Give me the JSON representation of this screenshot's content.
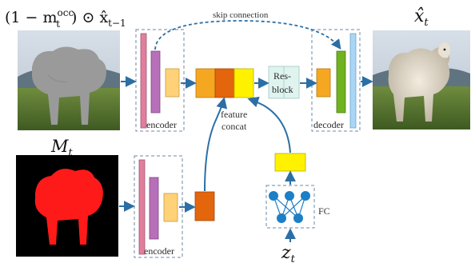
{
  "labels": {
    "input_formula": "(1 − m",
    "input_formula_sup": "occ",
    "input_formula_sub": "t",
    "input_formula_rest": ") ⊙ x̂",
    "input_formula_rest_sub": "t−1",
    "output_symbol": "x̂",
    "output_symbol_sub": "t",
    "mask_symbol": "M",
    "mask_symbol_sub": "t",
    "noise_symbol": "z",
    "noise_symbol_sub": "t",
    "skip_connection": "skip connection",
    "encoder_top": "encoder",
    "encoder_bottom": "encoder",
    "decoder": "decoder",
    "resblock_line1": "Res-",
    "resblock_line2": "block",
    "feature_concat_line1": "feature",
    "feature_concat_line2": "concat",
    "fc": "FC"
  },
  "images": {
    "input_image": "occluded sheep photo (gray silhouette over grass field)",
    "mask_image": "red sheep-shaped mask on black background",
    "output_image": "reconstructed sheep photo in grass field"
  },
  "colors": {
    "arrow": "#2b6fa5",
    "pink_layer": "#e07f9c",
    "purple_layer": "#b86fb9",
    "light_orange": "#ffd27a",
    "orange": "#f6a721",
    "dark_orange": "#e3650c",
    "yellow": "#fff200",
    "green": "#70b21f",
    "light_blue": "#a9d6f5",
    "resblock_fill": "#dff3ef",
    "fc_node": "#1d7fc6",
    "dashed_box": "#6d8aa5",
    "mask_red": "#ff1a1a"
  }
}
